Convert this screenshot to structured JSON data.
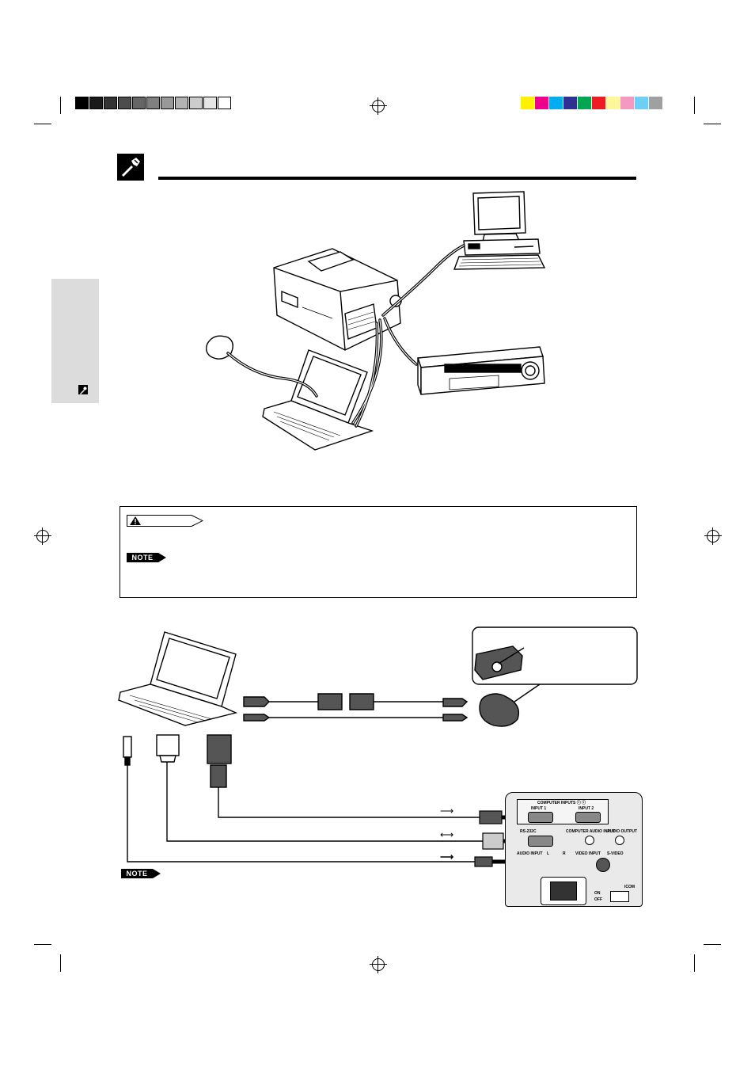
{
  "colors": {
    "grayscale_bar": [
      "#000000",
      "#1a1a1a",
      "#333333",
      "#4d4d4d",
      "#666666",
      "#808080",
      "#999999",
      "#b3b3b3",
      "#cccccc",
      "#e6e6e6",
      "#ffffff"
    ],
    "color_bar": [
      "#fff200",
      "#ec008c",
      "#00aeef",
      "#2e3192",
      "#00a651",
      "#ed1c24",
      "#fff799",
      "#f49ac1",
      "#6dcff6",
      "#a0a0a0"
    ],
    "side_tab": "#dcdcdc"
  },
  "labels": {
    "note_top": "NOTE",
    "note_bottom": "NOTE"
  },
  "panel": {
    "computer_inputs": "COMPUTER INPUTS ⓡ ⓡ",
    "input1": "INPUT 1",
    "input2": "INPUT 2",
    "rs232c": "RS-232C",
    "audio_input": "AUDIO INPUT",
    "l": "L",
    "r": "R",
    "video_input": "VIDEO INPUT",
    "s_video": "S-VIDEO",
    "on": "ON",
    "off": "OFF",
    "computer_audio": "COMPUTER AUDIO INPUT",
    "audio_output": "AUDIO OUTPUT",
    "brand": "ICOM"
  },
  "icons": [
    "wrench-icon",
    "warning-icon",
    "note-icon",
    "registration-mark-icon"
  ]
}
